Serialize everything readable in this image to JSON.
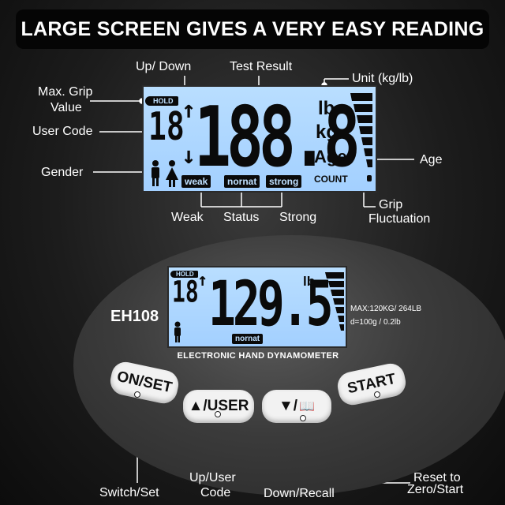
{
  "banner": "LARGE SCREEN GIVES A VERY EASY READING",
  "callouts": {
    "up_down": "Up/ Down",
    "test_result": "Test Result",
    "unit": "Unit (kg/lb)",
    "max_grip_1": "Max. Grip",
    "max_grip_2": "Value",
    "user_code": "User Code",
    "gender": "Gender",
    "age": "Age",
    "weak": "Weak",
    "status": "Status",
    "strong": "Strong",
    "grip_1": "Grip",
    "grip_2": "Fluctuation",
    "switch_set": "Switch/Set",
    "up_user_1": "Up/User",
    "up_user_2": "Code",
    "down_recall": "Down/Recall",
    "reset_1": "Reset to",
    "reset_2": "Zero/Start"
  },
  "big_lcd": {
    "hold": "HOLD",
    "user": "18",
    "value": "188.8",
    "lb": "lb",
    "kg": "kg",
    "age": "Age",
    "count": "COUNT",
    "weak": "weak",
    "normal": "nornat",
    "strong": "strong"
  },
  "device": {
    "model": "EH108",
    "hold": "HOLD",
    "user": "18",
    "value": "129.5",
    "unit": "lb",
    "status": "nornat",
    "spec_1": "MAX:120KG/ 264LB",
    "spec_2": "d=100g / 0.2lb",
    "name": "ELECTRONIC HAND DYNAMOMETER",
    "buttons": {
      "on_set": "ON/SET",
      "up_user": "▲/USER",
      "down": "▼/",
      "start": "START"
    }
  }
}
